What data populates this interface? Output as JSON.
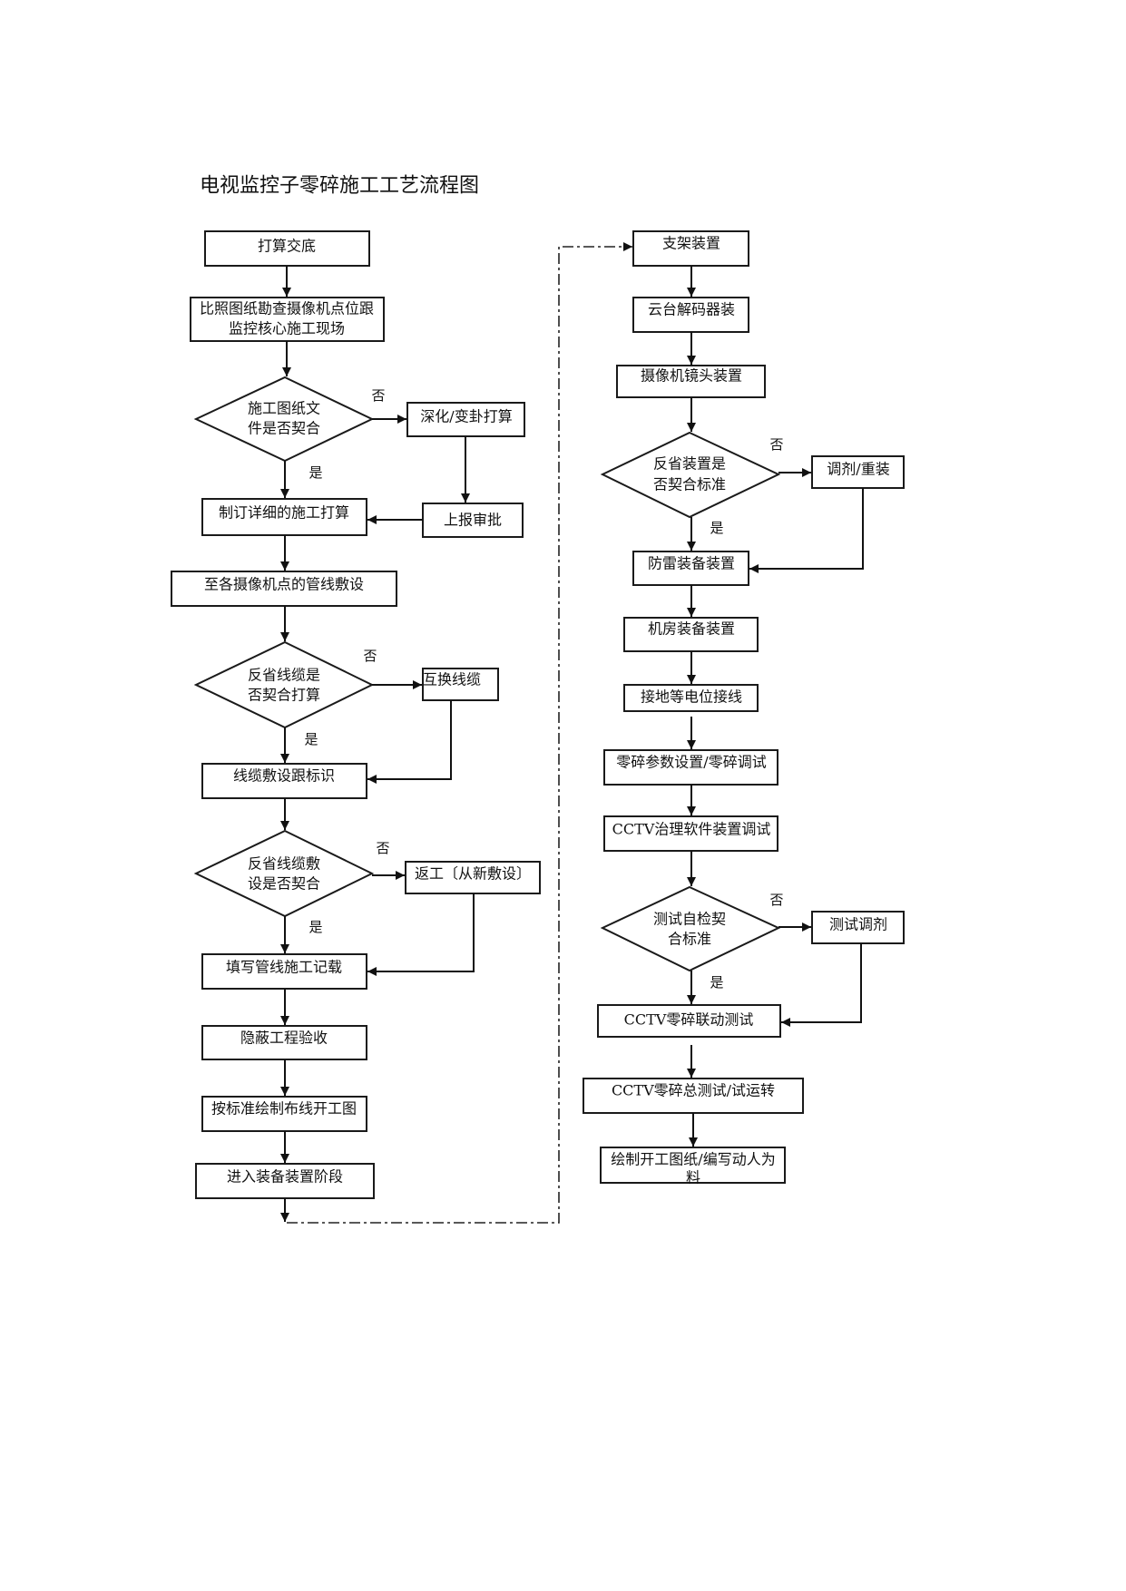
{
  "title": "电视监控子零碎施工工艺流程图",
  "decision_labels": {
    "no": "否",
    "yes": "是"
  },
  "left_flow": {
    "plan_briefing": "打算交底",
    "site_survey": [
      "比照图纸勘查摄像机点位跟",
      "监控核心施工现场"
    ],
    "check_drawings": [
      "施工图纸文",
      "件是否契合"
    ],
    "deepen_change_plan": "深化/变卦打算",
    "submit_approval": "上报审批",
    "detailed_plan": "制订详细的施工打算",
    "cable_laying": "至各摄像机点的管线敷设",
    "check_cables": [
      "反省线缆是",
      "否契合打算"
    ],
    "replace_cables": "互换线缆",
    "cable_marking": "线缆敷设跟标识",
    "check_laying": [
      "反省线缆敷",
      "设是否契合"
    ],
    "rework": "返工〔从新敷设〕",
    "record": "填写管线施工记载",
    "concealed_acceptance": "隐蔽工程验收",
    "as_built_drawing": "按标准绘制布线开工图",
    "enter_installation": "进入装备装置阶段"
  },
  "right_flow": {
    "bracket_install": "支架装置",
    "pan_tilt_decoder": "云台解码器装",
    "camera_lens": "摄像机镜头装置",
    "check_install": [
      "反省装置是",
      "否契合标准"
    ],
    "adjust_reinstall": "调剂/重装",
    "lightning_protection": "防雷装备装置",
    "equipment_room": "机房装备装置",
    "grounding": "接地等电位接线",
    "system_params": "零碎参数设置/零碎调试",
    "cctv_software": "CCTV治理软件装置调试",
    "self_test": [
      "测试自检契",
      "合标准"
    ],
    "test_adjust": "测试调剂",
    "cctv_linkage": "CCTV零碎联动测试",
    "cctv_total_test": "CCTV零碎总测试/试运转",
    "final_docs": [
      "绘制开工图纸/编写动人为",
      "料"
    ]
  }
}
